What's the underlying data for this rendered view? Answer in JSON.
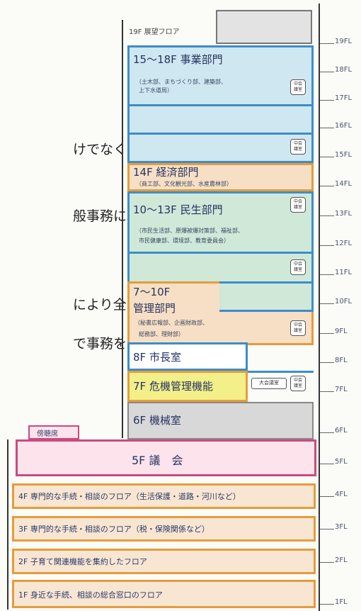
{
  "side_text": {
    "line1": "けでなく",
    "line2": "般事務に",
    "line3": "により全",
    "line4": "で事務を"
  },
  "observation_floor": {
    "label": "19F 展望フロア"
  },
  "floor_labels": [
    "19FL",
    "18FL",
    "17FL",
    "16FL",
    "15FL",
    "14FL",
    "13FL",
    "12FL",
    "11FL",
    "10FL",
    "9FL",
    "8FL",
    "7FL",
    "6FL",
    "5FL",
    "4FL",
    "3FL",
    "2FL",
    "1FL"
  ],
  "blocks": {
    "business": {
      "title": "15～18F 事業部門",
      "sub1": "（土木部、まちづくり部、建築部、",
      "sub2": "上下水道局）"
    },
    "economy": {
      "title": "14F 経済部門",
      "sub": "（商工部、文化観光部、水産農林部）"
    },
    "welfare": {
      "title": "10～13F 民生部門",
      "sub1": "（市民生活部、原爆被爆対策部、福祉部、",
      "sub2": "市民健康部、環境部、教育委員会）"
    },
    "admin": {
      "title1": "7～10F",
      "title2": "管理部門",
      "sub1": "（秘書広報部、企画財政部、",
      "sub2": "総務部、理財部）"
    },
    "mayor": {
      "title": "8F 市長室"
    },
    "crisis": {
      "title": "7F 危機管理機能",
      "large_meeting": "大会議室"
    },
    "machine": {
      "title": "6F 機械室"
    },
    "assembly": {
      "title": "5F 議　会",
      "tag": "傍聴席"
    }
  },
  "badge_text": {
    "line1": "中会",
    "line2": "議室"
  },
  "lower_floors": [
    {
      "label": "4F 専門的な手続・相談のフロア（生活保護・道路・河川など）"
    },
    {
      "label": "3F 専門的な手続・相談のフロア（税・保険関係など）"
    },
    {
      "label": "2F 子育て関連機能を集約したフロア"
    },
    {
      "label": "1F 身近な手続、相談の総合窓口のフロア"
    }
  ]
}
